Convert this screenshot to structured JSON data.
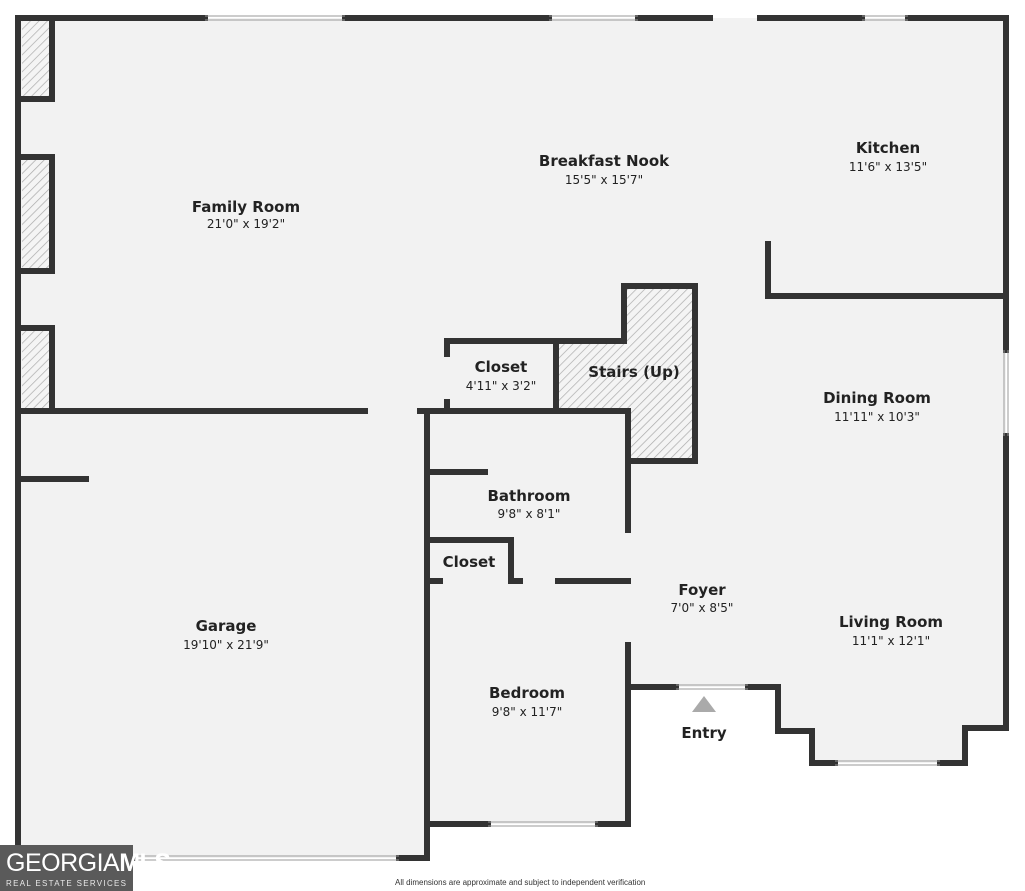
{
  "rooms": [
    {
      "name": "Family Room",
      "dims": "21'0\" x 19'2\""
    },
    {
      "name": "Breakfast Nook",
      "dims": "15'5\" x 15'7\""
    },
    {
      "name": "Kitchen",
      "dims": "11'6\" x 13'5\""
    },
    {
      "name": "Closet",
      "dims": "4'11\" x 3'2\""
    },
    {
      "name": "Stairs (Up)",
      "dims": ""
    },
    {
      "name": "Dining Room",
      "dims": "11'11\" x 10'3\""
    },
    {
      "name": "Bathroom",
      "dims": "9'8\" x 8'1\""
    },
    {
      "name": "Closet",
      "dims": ""
    },
    {
      "name": "Foyer",
      "dims": "7'0\" x 8'5\""
    },
    {
      "name": "Living Room",
      "dims": "11'1\" x 12'1\""
    },
    {
      "name": "Garage",
      "dims": "19'10\" x 21'9\""
    },
    {
      "name": "Bedroom",
      "dims": "9'8\" x 11'7\""
    }
  ],
  "entry_label": "Entry",
  "footnote": "All dimensions are approximate and subject to independent verification",
  "logo": {
    "main_left": "GEORGIA",
    "main_right": "MLS",
    "sub": "REAL ESTATE SERVICES"
  },
  "colors": {
    "wall": "#333333",
    "floor": "#f2f2f2",
    "hatch": "#aaaaaa",
    "entry_arrow": "#aaaaaa"
  }
}
